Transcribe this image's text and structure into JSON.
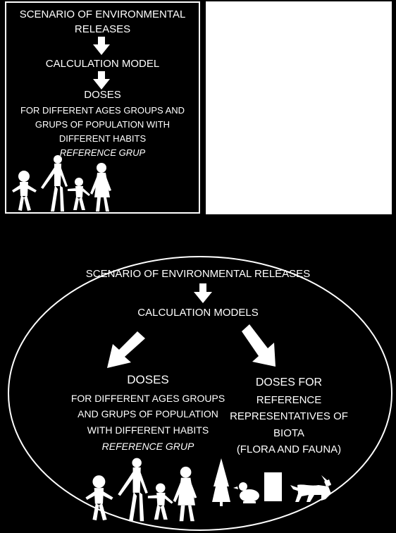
{
  "top_panel": {
    "scenario": [
      "SCENARIO OF ENVIRONMENTAL",
      "RELEASES"
    ],
    "model": "CALCULATION MODEL",
    "doses_title": "DOSES",
    "doses_lines": [
      "FOR DIFFERENT AGES GROUPS AND",
      "GRUPS OF POPULATION WITH",
      "DIFFERENT HABITS"
    ],
    "reference": "REFERENCE GRUP"
  },
  "bottom_panel": {
    "scenario": "SCENARIO OF ENVIRONMENTAL RELEASES",
    "model": "CALCULATION MODELS",
    "left_title": "DOSES",
    "left_lines": [
      "FOR DIFFERENT AGES GROUPS",
      "AND  GRUPS OF POPULATION",
      "WITH DIFFERENT HABITS"
    ],
    "left_reference": "REFERENCE GRUP",
    "right_title": "DOSES FOR",
    "right_lines": [
      "REFERENCE",
      "REPRESENTATIVES OF",
      "BIOTA",
      "(FLORA AND FAUNA)"
    ]
  },
  "icons": [
    "family-icon",
    "tree-icon",
    "duck-icon",
    "fox-icon"
  ],
  "colors": {
    "background": "#000000",
    "foreground": "#ffffff"
  }
}
